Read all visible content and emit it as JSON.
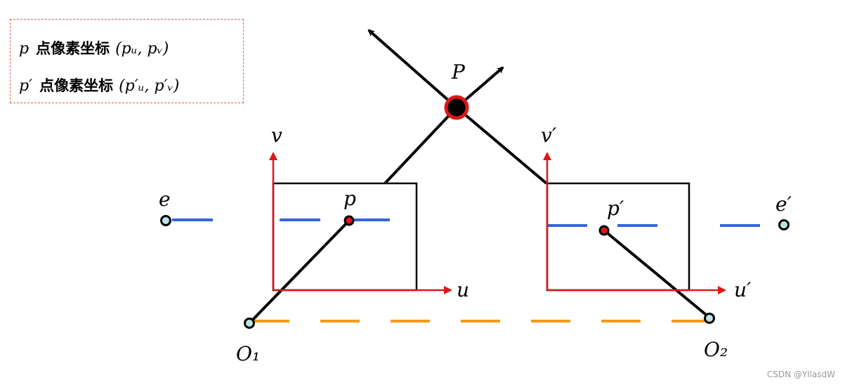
{
  "legend": {
    "row1": {
      "symbol": "p",
      "text": "点像素坐标",
      "coords": "(pᵤ, pᵥ)"
    },
    "row2": {
      "symbol": "p′",
      "text": "点像素坐标",
      "coords": "(p′ᵤ, p′ᵥ)"
    }
  },
  "labels": {
    "P": "P",
    "v": "v",
    "u": "u",
    "v_prime": "v′",
    "u_prime": "u′",
    "e": "e",
    "e_prime": "e′",
    "p": "p",
    "p_prime": "p′",
    "O1": "O₁",
    "O2": "O₂"
  },
  "colors": {
    "axis": "#e0161a",
    "epipolar": "#3366e0",
    "baseline": "#f29b16",
    "point_P": "#e0161a",
    "camera_center": "#bde4e4",
    "line": "#000000"
  },
  "watermark": "CSDN @YllasdW"
}
